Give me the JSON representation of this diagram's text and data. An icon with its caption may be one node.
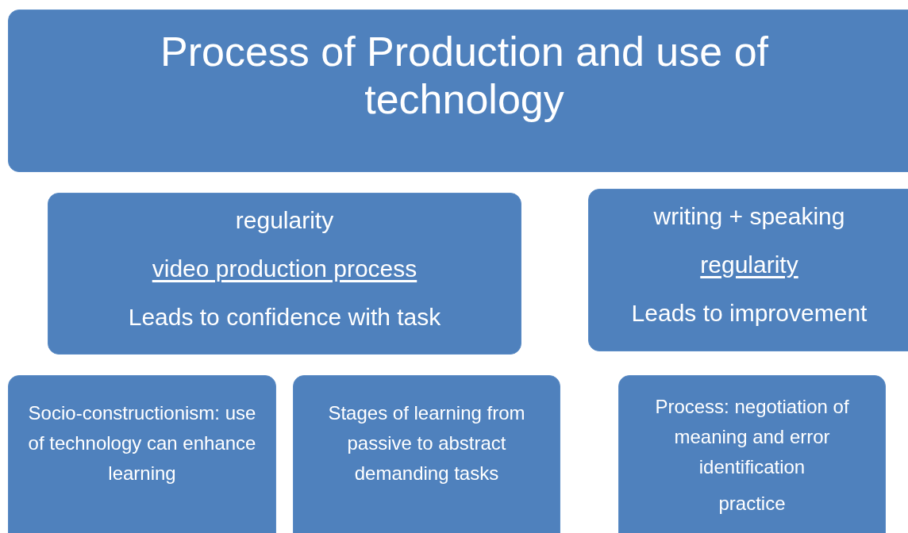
{
  "diagram": {
    "nodes": [
      {
        "text": [
          "Process of Production and use of technology"
        ]
      },
      {
        "text": [
          "regularity",
          "video production process",
          "Leads to confidence with task"
        ]
      },
      {
        "text": [
          "writing + speaking",
          "regularity",
          "Leads to improvement"
        ]
      },
      {
        "text": [
          "Socio-constructionism: use of technology can enhance learning"
        ]
      },
      {
        "text": [
          "Stages of learning from passive to abstract demanding tasks"
        ]
      },
      {
        "text": [
          "Process: negotiation of meaning and error identification",
          "practice"
        ]
      }
    ],
    "edges": []
  }
}
